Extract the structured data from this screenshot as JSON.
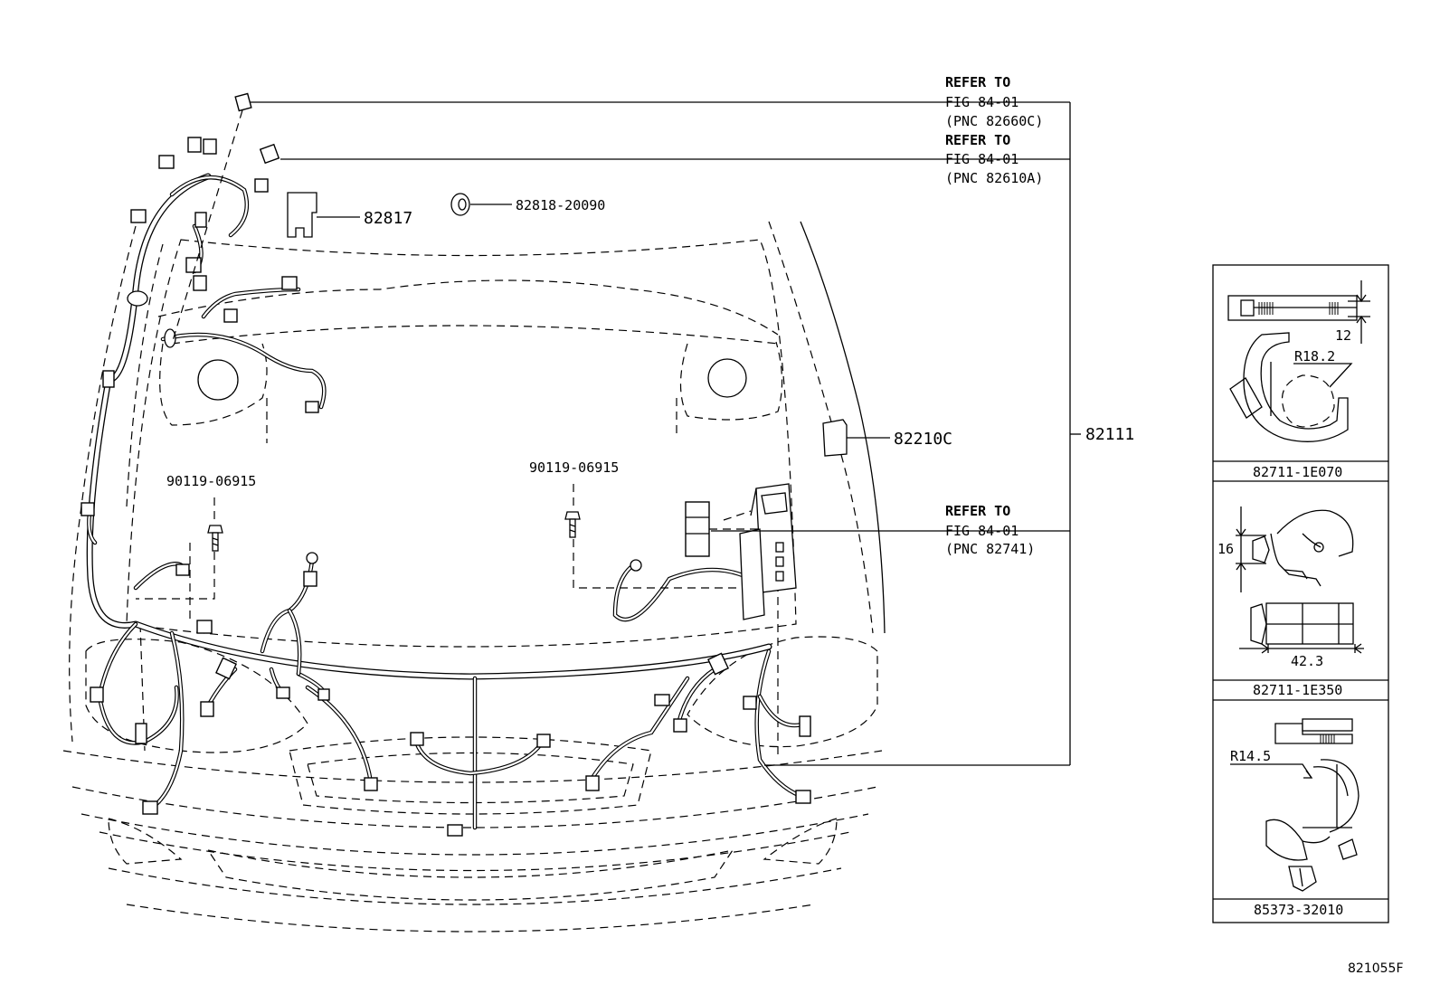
{
  "diagram": {
    "refer_blocks": [
      {
        "id": "ref-82660c",
        "line1": "REFER TO",
        "line2": "FIG 84-01",
        "line3": "(PNC 82660C)"
      },
      {
        "id": "ref-82610a",
        "line1": "REFER TO",
        "line2": "FIG 84-01",
        "line3": "(PNC 82610A)"
      },
      {
        "id": "ref-82741",
        "line1": "REFER TO",
        "line2": "FIG 84-01",
        "line3": "(PNC 82741)"
      }
    ],
    "part_labels": {
      "p82817": "82817",
      "p82818": "82818-20090",
      "p82210c": "82210C",
      "p82111": "82111",
      "bolt_left": "90119-06915",
      "bolt_right": "90119-06915"
    },
    "detail_panels": [
      {
        "part": "82711-1E070",
        "dims": [
          "12",
          "R18.2"
        ]
      },
      {
        "part": "82711-1E350",
        "dims": [
          "16",
          "42.3"
        ]
      },
      {
        "part": "85373-32010",
        "dims": [
          "R14.5"
        ]
      }
    ],
    "catalog_number": "821055F"
  }
}
